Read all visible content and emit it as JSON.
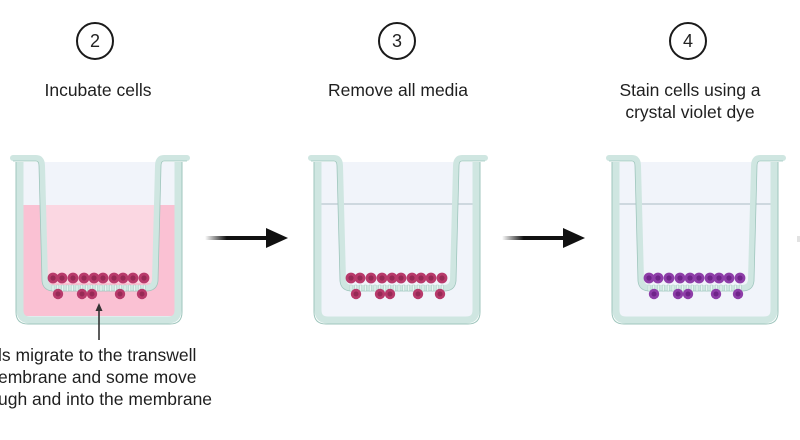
{
  "steps": [
    {
      "number": "2",
      "title_lines": [
        "Incubate cells"
      ],
      "stain": "pink-media"
    },
    {
      "number": "3",
      "title_lines": [
        "Remove all media"
      ],
      "stain": "none"
    },
    {
      "number": "4",
      "title_lines": [
        "Stain cells using a",
        "crystal violet dye"
      ],
      "stain": "violet"
    }
  ],
  "caption_lines": [
    "ls migrate to the transwell",
    "embrane and some move",
    "ugh and into the membrane"
  ],
  "colors": {
    "well_wall": "#cfe6e1",
    "well_wall_stroke": "#9fc6bd",
    "empty_fill": "#f1f4fa",
    "media_outer": "#fac1d3",
    "media_inner": "#fbd7e2",
    "cell_pink": "#b83a6b",
    "cell_pink_core": "#962a55",
    "cell_violet": "#8e3ea8",
    "cell_violet_core": "#6f2489",
    "arrow": "#111111"
  }
}
